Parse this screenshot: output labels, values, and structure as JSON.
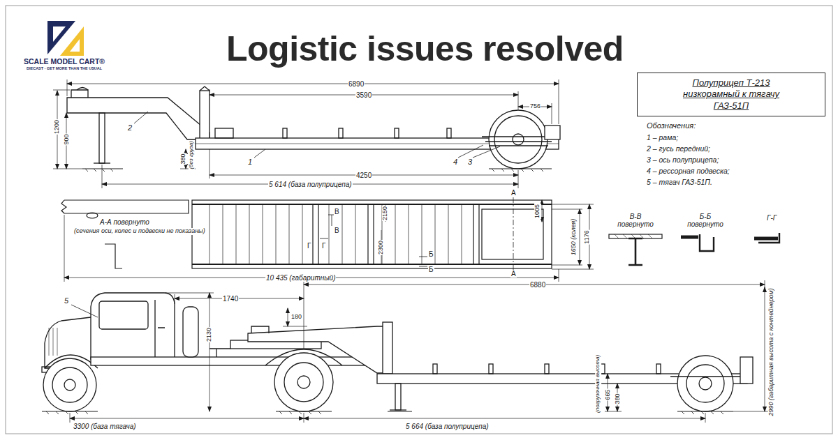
{
  "diagram": {
    "title": "Logistic issues resolved",
    "nodes": [
      {
        "text": [
          "Полуприцеп Т-213 низкорамный к тягачу ГАЗ-51П"
        ]
      }
    ],
    "labels": [
      "SCALE MODEL CART®",
      "DIECAST · GET MORE THAN THE USUAL",
      "6890",
      "3590",
      "756",
      "1200",
      "900",
      "2",
      "1",
      "380",
      "(без груза)",
      "4",
      "3",
      "4250",
      "5 614 (база полуприцепа)",
      "А",
      "Обозначения:",
      "1 – рама;",
      "2 – гусь передний;",
      "3 – ось полуприцепа;",
      "4 – рессорная подвеска;",
      "5 – тягач ГАЗ-51П.",
      "А-А повернуто",
      "(сечения оси, колес и подвески не показаны)",
      "В",
      "В",
      "Г",
      "Г",
      "Б",
      "Б",
      "2150",
      "2300",
      "1005",
      "1650 (колея)",
      "1176",
      "А",
      "10 435 (габаритный)",
      "В-В повернуто",
      "Б-Б повернуто",
      "Г-Г",
      "5",
      "1740",
      "6880",
      "180",
      "2130",
      "3300 (база тягача)",
      "5 664 (база полуприцепа)",
      "(погрузочная высота)",
      "665",
      "380",
      "2990 (габаритная высота с контейнером)"
    ]
  }
}
